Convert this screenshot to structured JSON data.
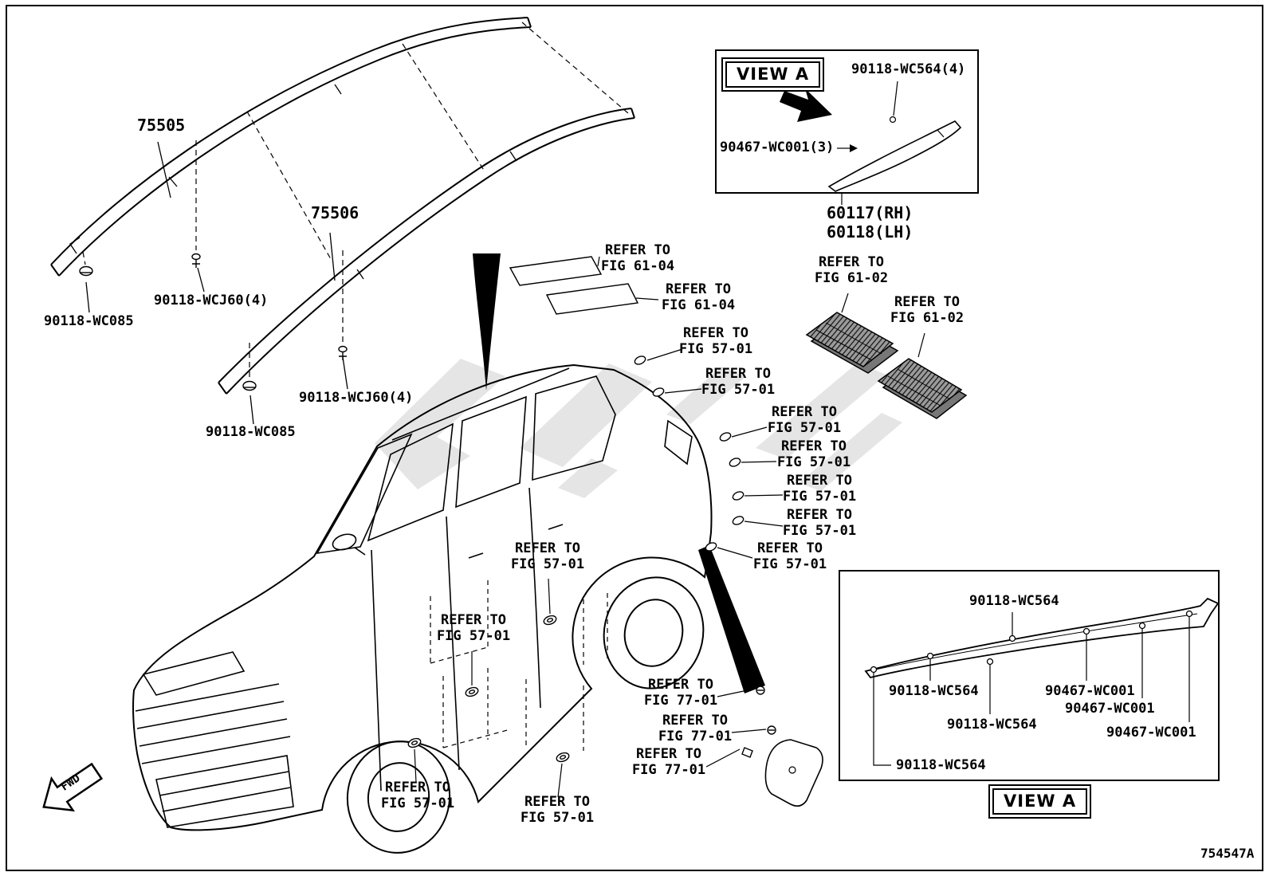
{
  "page": {
    "drawing_number": "754547A",
    "fwd_label": "FWD"
  },
  "top_left_group": {
    "rail_upper": "75505",
    "rail_lower": "75506",
    "clip_upper": "90118-WCJ60(4)",
    "grommet_upper": "90118-WC085",
    "clip_lower": "90118-WCJ60(4)",
    "grommet_lower": "90118-WC085"
  },
  "view_a_detail_top": {
    "title": "VIEW A",
    "fastener_clip": "90118-WC564(4)",
    "fastener_screw": "90467-WC001(3)",
    "part_rh": "60117(RH)",
    "part_lh": "60118(LH)"
  },
  "callouts": [
    {
      "text": "REFER TO\nFIG 61-04"
    },
    {
      "text": "REFER TO\nFIG 61-04"
    },
    {
      "text": "REFER TO\nFIG 61-02"
    },
    {
      "text": "REFER TO\nFIG 61-02"
    },
    {
      "text": "REFER TO\nFIG 57-01"
    },
    {
      "text": "REFER TO\nFIG 57-01"
    },
    {
      "text": "REFER TO\nFIG 57-01"
    },
    {
      "text": "REFER TO\nFIG 57-01"
    },
    {
      "text": "REFER TO\nFIG 57-01"
    },
    {
      "text": "REFER TO\nFIG 57-01"
    },
    {
      "text": "REFER TO\nFIG 57-01"
    },
    {
      "text": "REFER TO\nFIG 57-01"
    },
    {
      "text": "REFER TO\nFIG 57-01"
    },
    {
      "text": "REFER TO\nFIG 77-01"
    },
    {
      "text": "REFER TO\nFIG 77-01"
    },
    {
      "text": "REFER TO\nFIG 77-01"
    },
    {
      "text": "REFER TO\nFIG 57-01"
    },
    {
      "text": "REFER TO\nFIG 57-01"
    }
  ],
  "view_a_detail_bottom": {
    "title": "VIEW A",
    "fasteners": [
      {
        "text": "90118-WC564"
      },
      {
        "text": "90118-WC564"
      },
      {
        "text": "90118-WC564"
      },
      {
        "text": "90118-WC564"
      },
      {
        "text": "90467-WC001"
      },
      {
        "text": "90467-WC001"
      },
      {
        "text": "90467-WC001"
      }
    ]
  }
}
